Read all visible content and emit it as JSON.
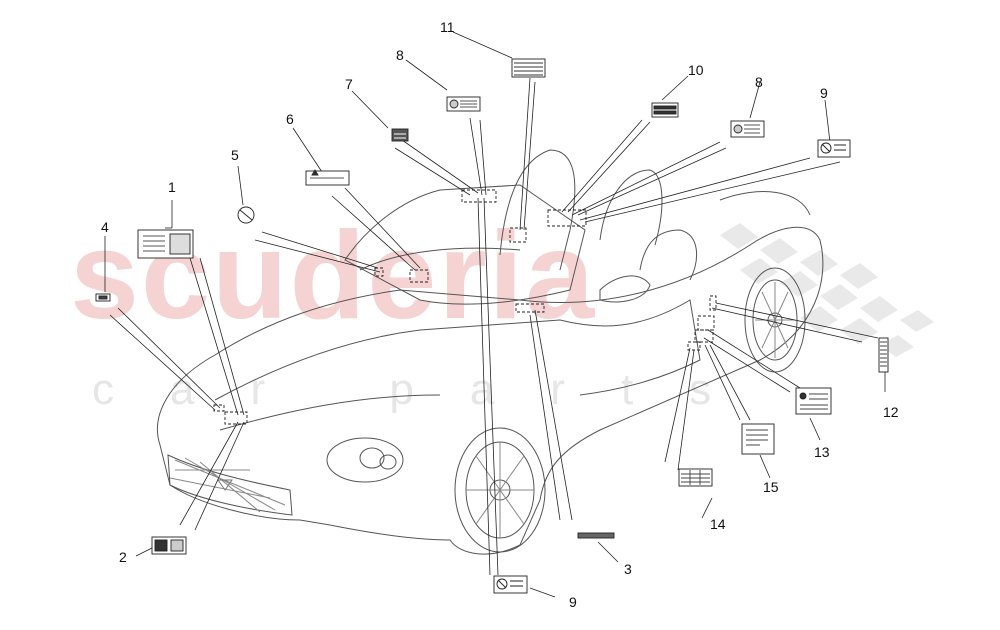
{
  "watermark": {
    "brand": "scuderia",
    "subtitle": "car parts"
  },
  "callouts": [
    {
      "key": "c1",
      "label": "1"
    },
    {
      "key": "c2",
      "label": "2"
    },
    {
      "key": "c3",
      "label": "3"
    },
    {
      "key": "c4",
      "label": "4"
    },
    {
      "key": "c5",
      "label": "5"
    },
    {
      "key": "c6",
      "label": "6"
    },
    {
      "key": "c7",
      "label": "7"
    },
    {
      "key": "c8a",
      "label": "8"
    },
    {
      "key": "c8b",
      "label": "8"
    },
    {
      "key": "c9a",
      "label": "9"
    },
    {
      "key": "c9b",
      "label": "9"
    },
    {
      "key": "c10",
      "label": "10"
    },
    {
      "key": "c11",
      "label": "11"
    },
    {
      "key": "c12",
      "label": "12"
    },
    {
      "key": "c13",
      "label": "13"
    },
    {
      "key": "c14",
      "label": "14"
    },
    {
      "key": "c15",
      "label": "15"
    }
  ],
  "colors": {
    "line": "#222222",
    "watermark_red": "#f6d3d3",
    "watermark_grey": "#e6e6e6",
    "checker": "#e9e9e9"
  }
}
